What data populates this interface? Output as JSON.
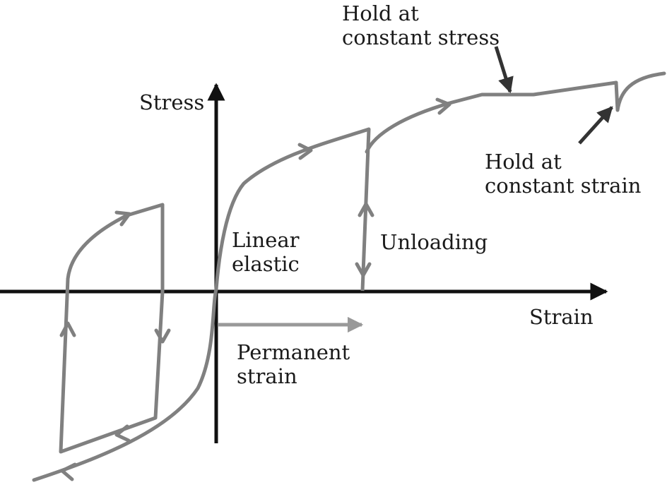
{
  "labels": {
    "stress_axis": "Stress",
    "strain_axis": "Strain",
    "linear_elastic": [
      "Linear",
      "elastic"
    ],
    "unloading": "Unloading",
    "permanent_strain": [
      "Permanent",
      "strain"
    ],
    "hold_constant_stress": [
      "Hold at",
      "constant stress"
    ],
    "hold_constant_strain": [
      "Hold at",
      "constant strain"
    ]
  },
  "colors": {
    "axis": "#111111",
    "curve": "#808080",
    "annotation_arrow": "#333333",
    "permanent_arrow": "#999999",
    "text": "#1a1a1a"
  }
}
